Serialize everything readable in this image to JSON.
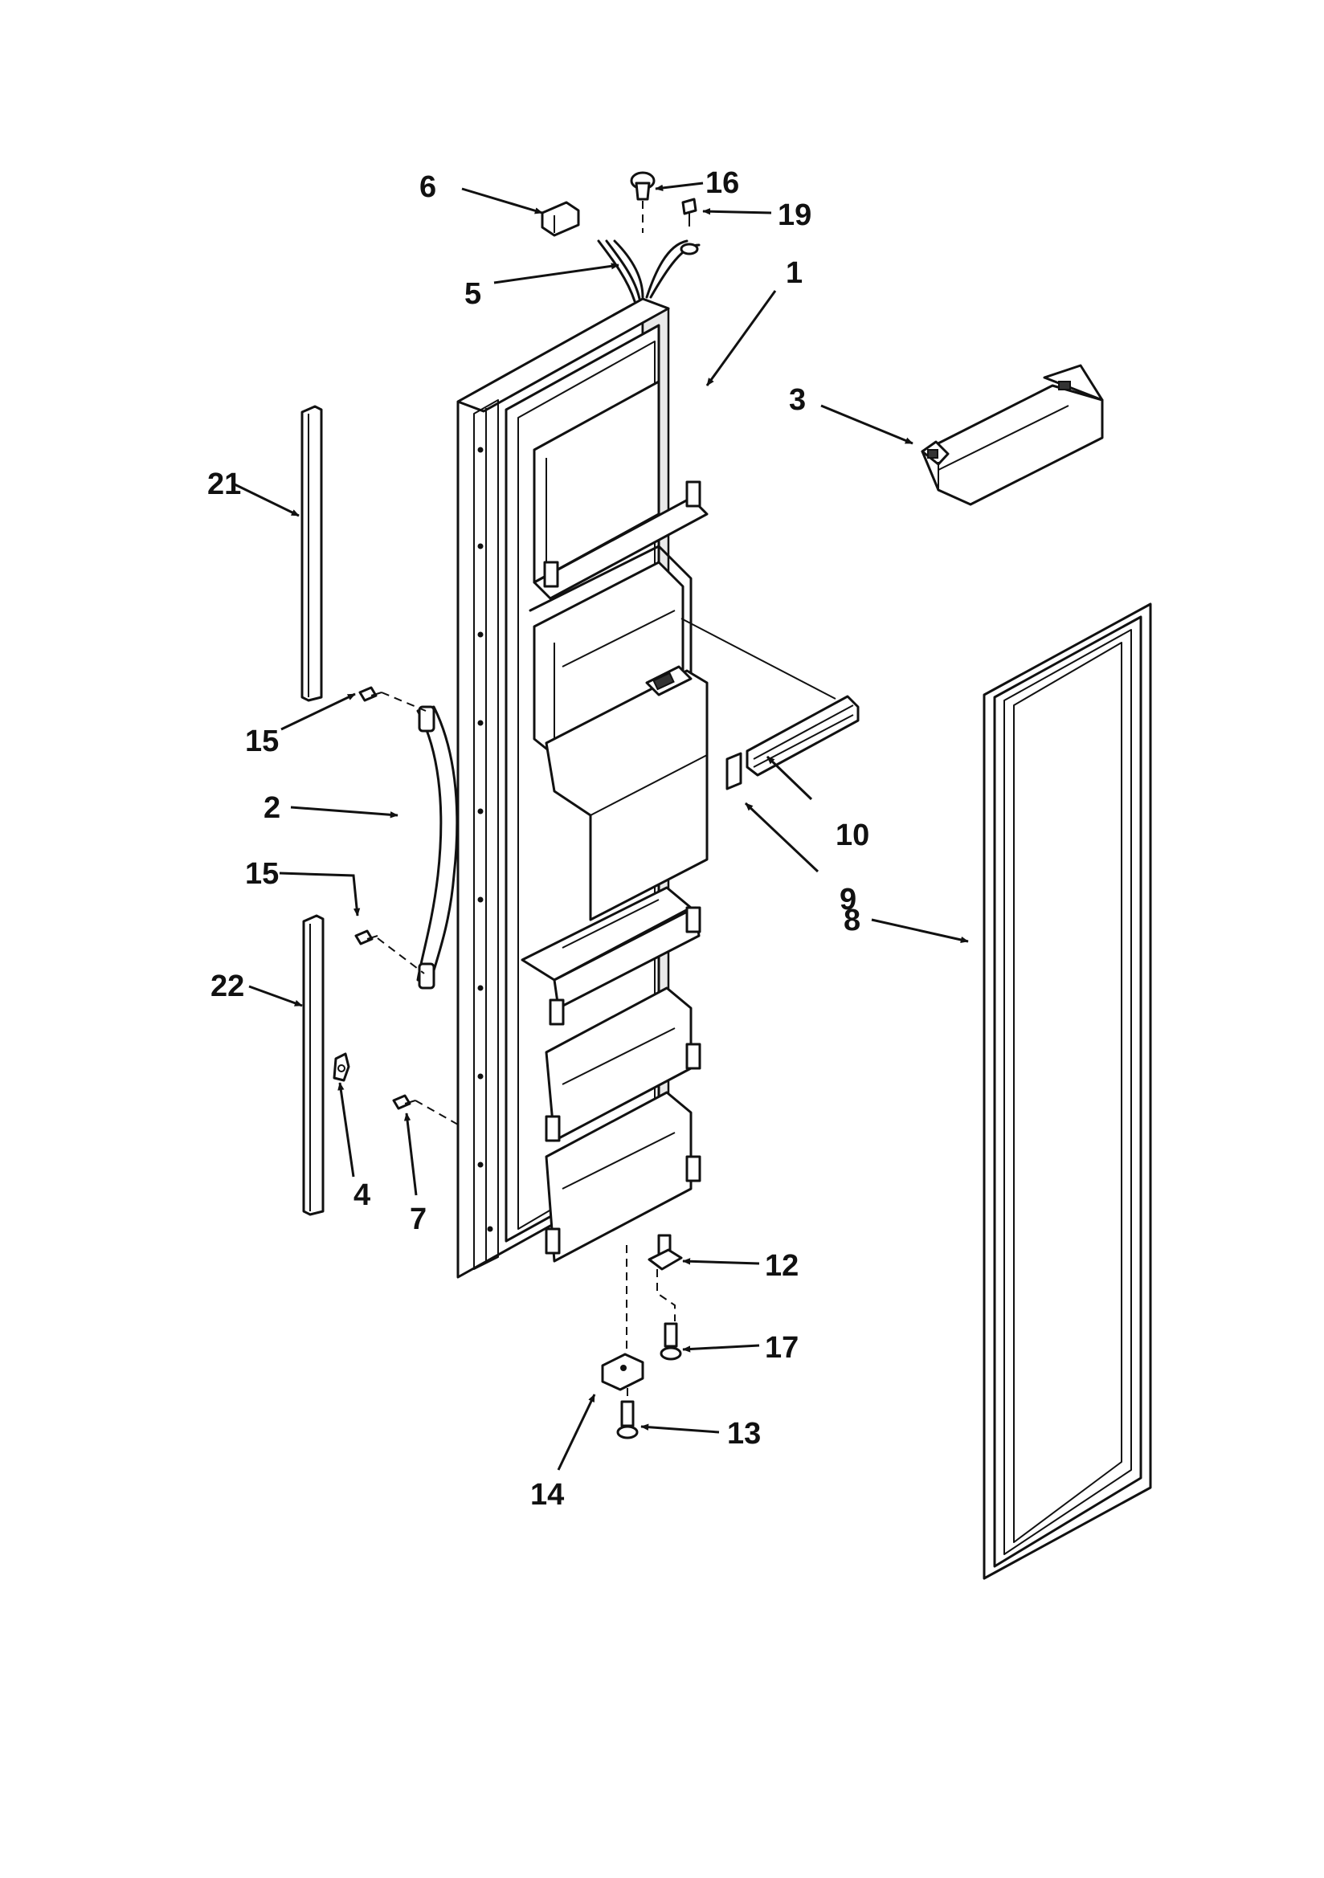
{
  "parts": {
    "p1": "1",
    "p2": "2",
    "p3": "3",
    "p4": "4",
    "p5": "5",
    "p6": "6",
    "p7": "7",
    "p8": "8",
    "p9": "9",
    "p10": "10",
    "p12": "12",
    "p13": "13",
    "p14": "14",
    "p15a": "15",
    "p15b": "15",
    "p16": "16",
    "p17": "17",
    "p19": "19",
    "p21": "21",
    "p22": "22"
  }
}
